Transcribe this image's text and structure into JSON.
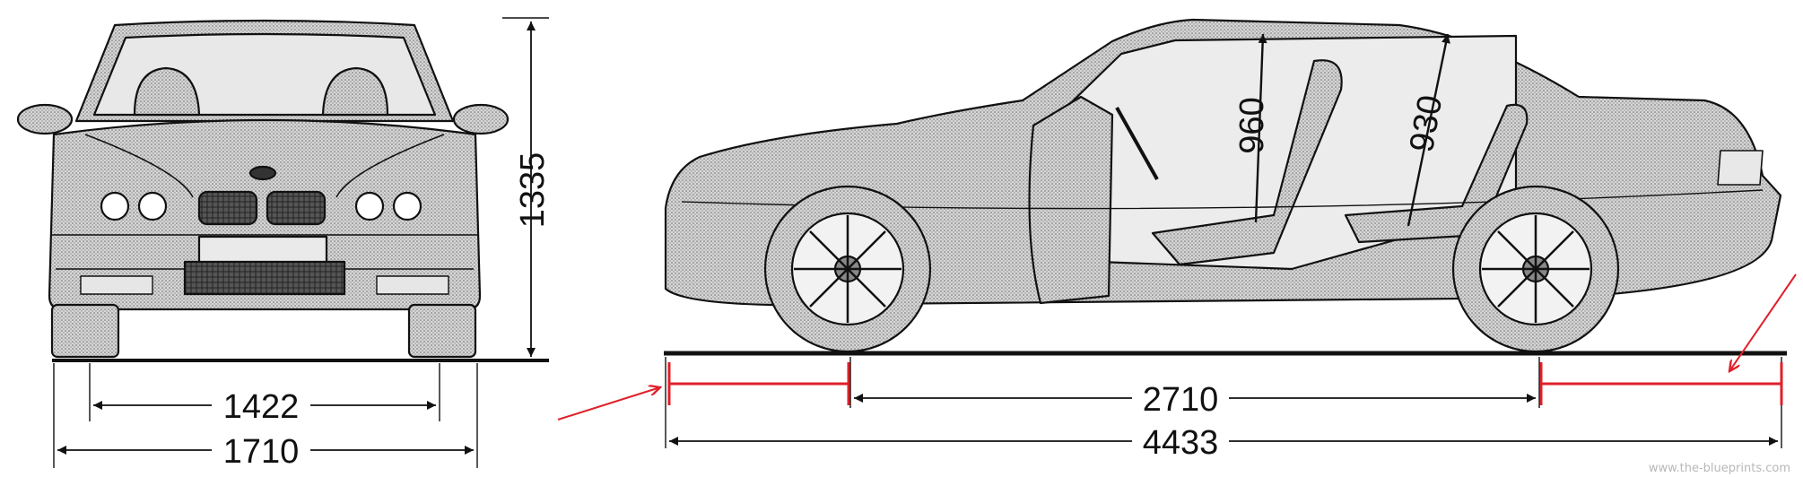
{
  "dimensions": {
    "track_front": "1422",
    "width": "1710",
    "height": "1335",
    "wheelbase": "2710",
    "length": "4433",
    "headroom_front": "960",
    "headroom_rear": "930"
  },
  "watermark": "www.the-blueprints.com",
  "colors": {
    "ink": "#111111",
    "shade": "#c9c9c9",
    "annotation": "#e0202a"
  }
}
